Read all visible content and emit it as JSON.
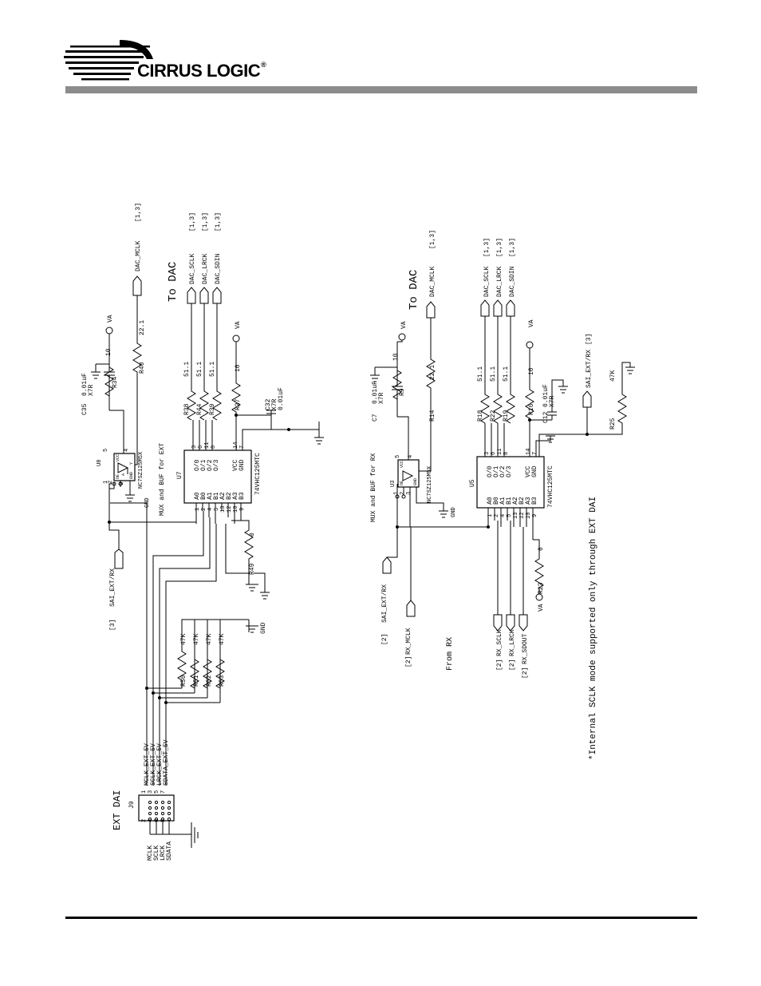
{
  "header": {
    "brand": "CIRRUS LOGIC",
    "registered_mark": "®"
  },
  "schematic": {
    "top": {
      "connector_title": "EXT DAI",
      "connector_ref": "J9",
      "connector_pins_left": [
        "2",
        "4",
        "6",
        "8"
      ],
      "connector_pins_right": [
        "1",
        "3",
        "5",
        "7"
      ],
      "connector_signals_left": [
        "MCLK",
        "SCLK",
        "LRCK",
        "SDATA"
      ],
      "connector_nets": [
        "MCLK_EXT_5V",
        "SCLK_EXT_5V",
        "LRCK_EXT_5V",
        "SDATA_EXT_5V"
      ],
      "pulldowns": [
        {
          "ref": "R50",
          "value": "47K"
        },
        {
          "ref": "R51",
          "value": "47K"
        },
        {
          "ref": "R52",
          "value": "47K"
        },
        {
          "ref": "R53",
          "value": "47K"
        }
      ],
      "gnd_label": "GND",
      "sai_ref": "[3]",
      "sai_label": "SAI_EXT/RX",
      "r49": {
        "ref": "R49",
        "value": "0"
      },
      "u8": {
        "ref": "U8",
        "part": "NC7SZ125M5X",
        "pins": [
          "1",
          "2",
          "3",
          "4",
          "5"
        ],
        "pin_names": [
          "OE",
          "A",
          "GND",
          "Y",
          "VCC"
        ],
        "gnd": "GND"
      },
      "c35": {
        "ref": "C35",
        "value": "0.01uF",
        "dielectric": "X7R"
      },
      "r34": {
        "ref": "R34",
        "value": "10"
      },
      "va": "VA",
      "r40": {
        "ref": "R40",
        "value": "22.1"
      },
      "dac_mclk": {
        "label": "DAC_MCLK",
        "ref": "[1,3]"
      },
      "mux_caption": "MUX and BUF for EXT",
      "u7": {
        "ref": "U7",
        "part": "74VHC125MTC",
        "left_pins": [
          "1",
          "2",
          "4",
          "5",
          "13",
          "12",
          "10",
          "9"
        ],
        "left_names": [
          "A0",
          "B0",
          "A1",
          "B1",
          "A2",
          "B2",
          "A3",
          "B3"
        ],
        "right_names": [
          "O/0",
          "O/1",
          "O/2",
          "O/3",
          "VCC",
          "GND"
        ],
        "right_pins": [
          "3",
          "6",
          "11",
          "8",
          "14",
          "7"
        ]
      },
      "series": [
        {
          "ref": "R38",
          "value": "51.1"
        },
        {
          "ref": "R44",
          "value": "51.1"
        },
        {
          "ref": "R39",
          "value": "51.1"
        }
      ],
      "r27": {
        "ref": "R27",
        "value": "10"
      },
      "c32": {
        "ref": "C32",
        "dielectric": "X7R",
        "value": "0.01uF"
      },
      "dac_title": "To DAC",
      "dac_outputs": [
        {
          "label": "DAC_SCLK",
          "ref": "[1,3]"
        },
        {
          "label": "DAC_LRCK",
          "ref": "[1,3]"
        },
        {
          "label": "DAC_SDIN",
          "ref": "[1,3]"
        }
      ]
    },
    "bottom": {
      "mux_caption": "MUX and BUF for RX",
      "sai_ref": "[2]",
      "sai_label": "SAI_EXT/RX",
      "rx_mclk": {
        "ref": "[2]",
        "label": "RX_MCLK"
      },
      "from_rx": "From RX",
      "rx_inputs": [
        {
          "ref": "[2]",
          "label": "RX_SCLK"
        },
        {
          "ref": "[2]",
          "label": "RX_LRCK"
        },
        {
          "ref": "[2]",
          "label": "RX_SDOUT"
        }
      ],
      "u3": {
        "ref": "U3",
        "part": "NC7SZ125M5X",
        "pins": [
          "1",
          "2",
          "3",
          "4",
          "5"
        ],
        "pin_names": [
          "OE",
          "A",
          "GND",
          "Y",
          "VCC"
        ],
        "gnd": "GND"
      },
      "c7": {
        "ref": "C7",
        "value": "0.01uF",
        "dielectric": "X7R"
      },
      "r9": {
        "ref": "R9",
        "value": "10"
      },
      "va": "VA",
      "r14": {
        "ref": "R14",
        "value": "22.1"
      },
      "dac_title": "To DAC",
      "dac_mclk": {
        "label": "DAC_MCLK",
        "ref": "[1,3]"
      },
      "u5": {
        "ref": "U5",
        "part": "74VHC125MTC",
        "left_pins": [
          "1",
          "2",
          "4",
          "5",
          "13",
          "12",
          "10",
          "9"
        ],
        "left_names": [
          "A0",
          "B0",
          "A1",
          "B1",
          "A2",
          "B2",
          "A3",
          "B3"
        ],
        "right_names": [
          "O/0",
          "O/1",
          "O/2",
          "O/3",
          "VCC",
          "GND"
        ],
        "right_pins": [
          "3",
          "6",
          "11",
          "8",
          "14",
          "7"
        ]
      },
      "series": [
        {
          "ref": "R18",
          "value": "51.1"
        },
        {
          "ref": "R22",
          "value": "51.1"
        },
        {
          "ref": "R19",
          "value": "51.1"
        }
      ],
      "dac_outputs": [
        {
          "label": "DAC_SCLK",
          "ref": "[1,3]"
        },
        {
          "label": "DAC_LRCK",
          "ref": "[1,3]"
        },
        {
          "label": "DAC_SDIN",
          "ref": "[1,3]"
        }
      ],
      "r16": {
        "ref": "R16",
        "value": "10"
      },
      "c12": {
        "ref": "C12",
        "value": "0.01uF",
        "dielectric": "X7R"
      },
      "r23": {
        "ref": "R23",
        "value": "0"
      },
      "sai_out": {
        "label": "SAI_EXT/RX",
        "ref": "[3]"
      },
      "r25": {
        "ref": "R25",
        "value": "47K"
      },
      "note": "*Internal SCLK mode supported only through EXT DAI"
    }
  }
}
